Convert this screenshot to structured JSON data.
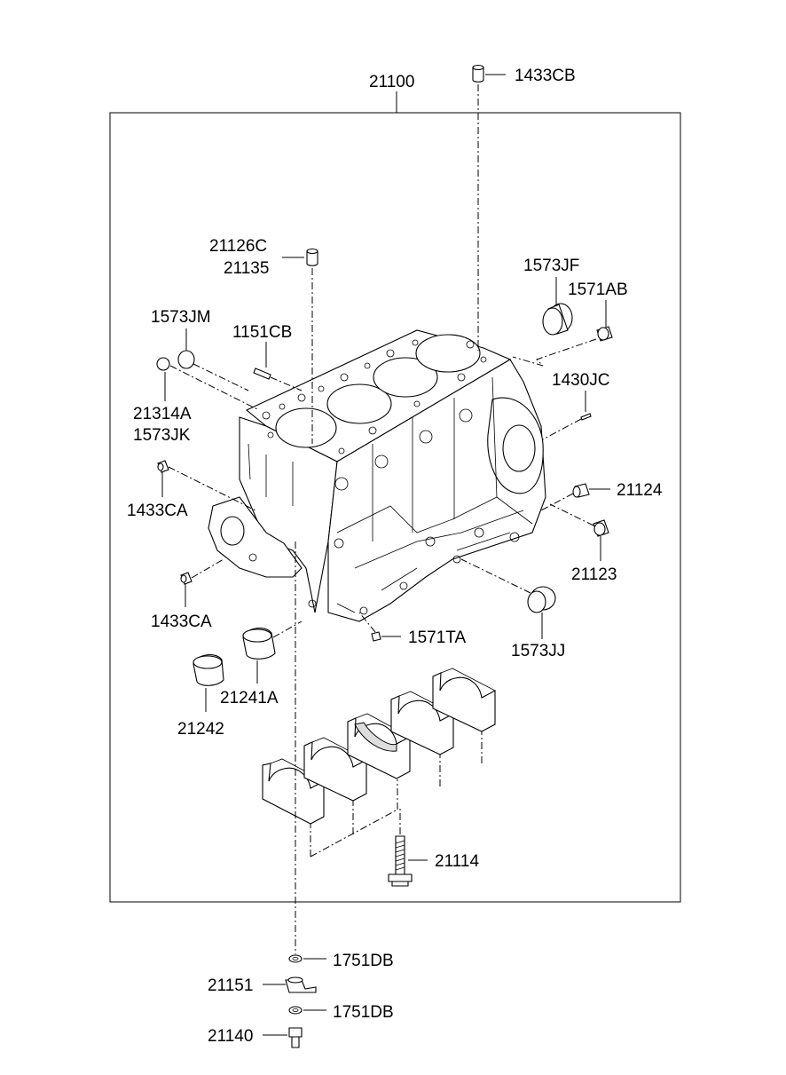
{
  "labels": {
    "p21100": "21100",
    "p1433CB": "1433CB",
    "p21126C": "21126C",
    "p21135": "21135",
    "p1573JF": "1573JF",
    "p1571AB": "1571AB",
    "p1573JM": "1573JM",
    "p1151CB": "1151CB",
    "p1430JC": "1430JC",
    "p21314A": "21314A",
    "p1573JK": "1573JK",
    "p21124": "21124",
    "p1433CA_1": "1433CA",
    "p21123": "21123",
    "p1433CA_2": "1433CA",
    "p1571TA": "1571TA",
    "p1573JJ": "1573JJ",
    "p21241A": "21241A",
    "p21242": "21242",
    "p21114": "21114",
    "p1751DB_1": "1751DB",
    "p21151": "21151",
    "p1751DB_2": "1751DB",
    "p21140": "21140"
  }
}
